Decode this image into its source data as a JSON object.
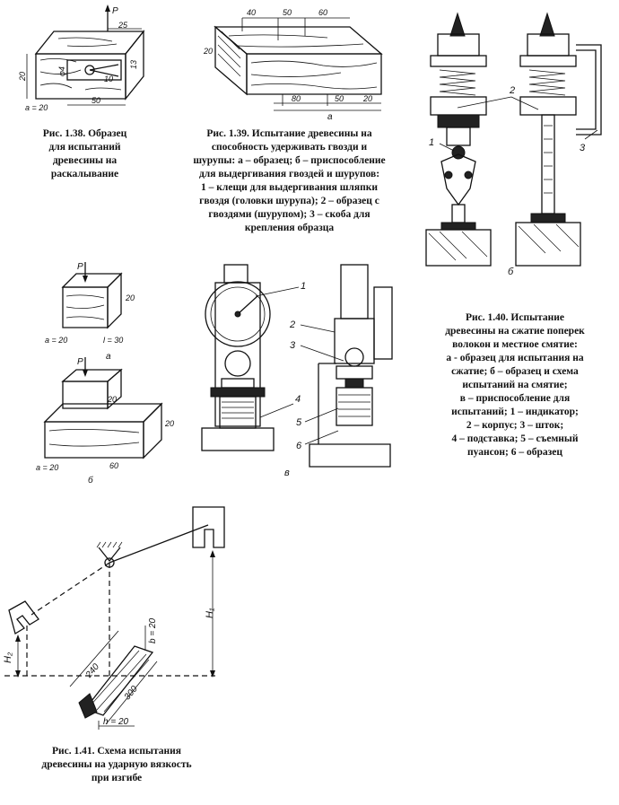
{
  "fig138": {
    "caption": [
      "Рис. 1.38. Образец",
      "для испытаний",
      "древесины на",
      "раскалывание"
    ],
    "labels": {
      "p": "P",
      "d25": "25",
      "d20": "20",
      "d4": "φ4",
      "d13": "13",
      "d10": "10",
      "d50": "50",
      "a": "a = 20"
    }
  },
  "fig139": {
    "caption": [
      "Рис. 1.39. Испытание древесины на",
      "способность удерживать гвозди и",
      "шурупы: а – образец; б – приспособление",
      "для выдергивания гвоздей и шурупов:",
      "1 – клещи для выдергивания шляпки",
      "гвоздя (головки шурупа); 2 – образец с",
      "гвоздями (шурупом); 3 – скоба для",
      "крепления образца"
    ],
    "labels": {
      "top": [
        "40",
        "50",
        "60"
      ],
      "bottom": [
        "80",
        "50",
        "20"
      ],
      "left": "20",
      "a": "а"
    }
  },
  "fig140": {
    "caption": [
      "Рис. 1.40. Испытание",
      "древесины на сжатие поперек",
      "волокон и местное смятие:",
      "а - образец для испытания на",
      "сжатие; б – образец и схема",
      "испытаний на смятие;",
      "в – приспособление для",
      "испытаний; 1 – индикатор;",
      "2 – корпус; 3 – шток;",
      "4 – подставка; 5 – съемный",
      "пуансон; 6 – образец"
    ],
    "labels": {
      "grip": [
        "1",
        "2",
        "3",
        "б"
      ],
      "a": {
        "p": "P",
        "d20": "20",
        "l30": "l = 30",
        "a20": "a = 20",
        "tag": "а"
      },
      "b": {
        "p": "P",
        "d20": "20",
        "d20b": "20",
        "d60": "60",
        "a20": "a = 20",
        "tag": "б"
      },
      "device": [
        "1",
        "2",
        "3",
        "4",
        "5",
        "6",
        "в"
      ]
    }
  },
  "fig141": {
    "caption": [
      "Рис. 1.41. Схема испытания",
      "древесины на ударную вязкость",
      "при изгибе"
    ],
    "labels": {
      "h1": "H₁",
      "h2": "H₂",
      "b": "b = 20",
      "d240": "240",
      "d300": "300",
      "h20": "h = 20"
    }
  }
}
